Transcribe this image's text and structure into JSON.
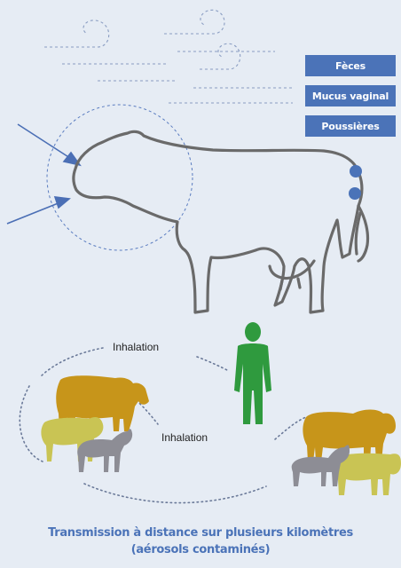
{
  "sources": {
    "feces": "Fèces",
    "vaginal_mucus": "Mucus vaginal",
    "dust": "Poussières"
  },
  "labels": {
    "inhalation_top": "Inhalation",
    "inhalation_bottom": "Inhalation"
  },
  "caption": {
    "line1": "Transmission à distance sur plusieurs kilomètres",
    "line2": "(aérosols contaminés)"
  },
  "colors": {
    "background": "#e6ecf4",
    "accent_blue": "#4b73b8",
    "cow_outline": "#6a6a6a",
    "human_green": "#2f9a3e",
    "cow_brown": "#c7951a",
    "sheep_olive": "#c9c454",
    "goat_grey": "#8d8d95"
  }
}
